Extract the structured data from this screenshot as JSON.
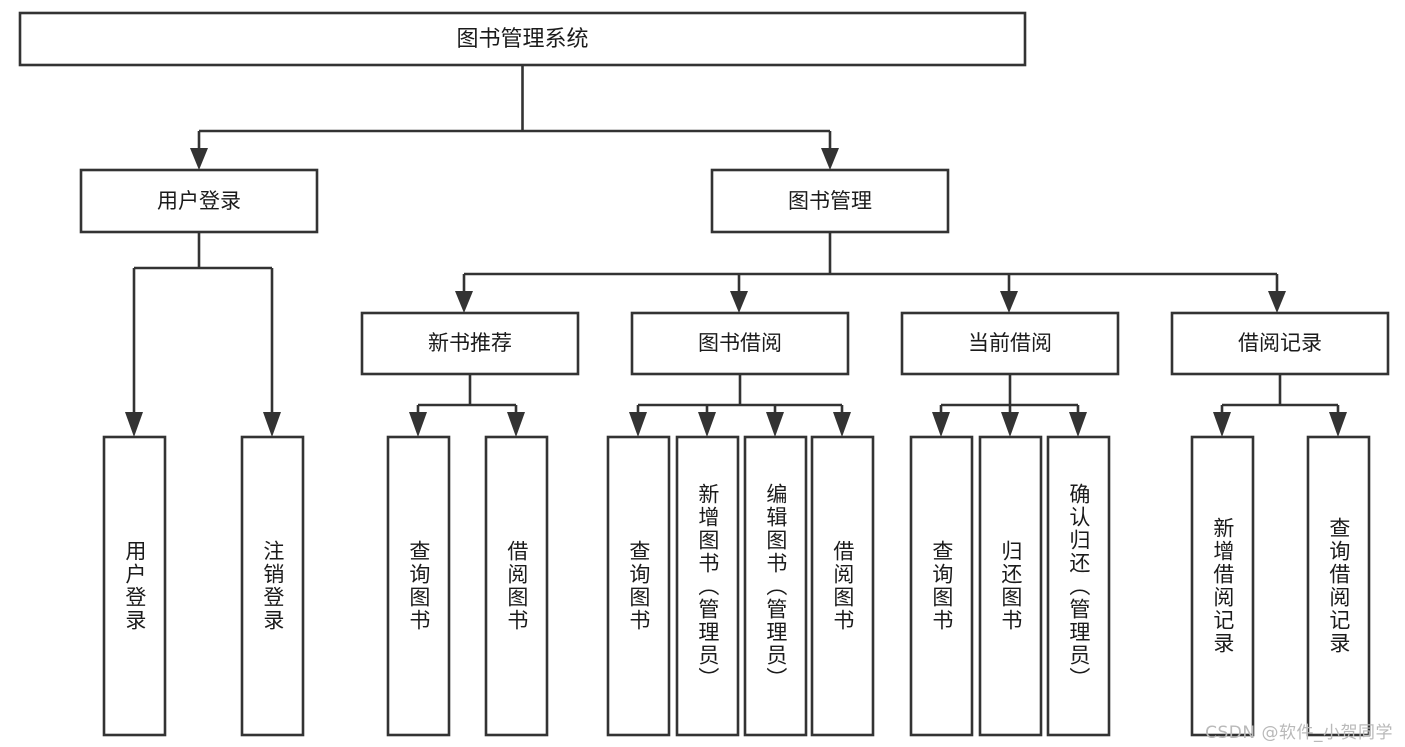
{
  "diagram": {
    "type": "tree",
    "title": "图书管理系统",
    "orientation": "top-down",
    "colors": {
      "box_stroke": "#333333",
      "box_fill": "#ffffff",
      "text": "#1b1b1b",
      "background": "#ffffff",
      "watermark": "#b9b9b9"
    },
    "root": {
      "id": "root",
      "label": "图书管理系统",
      "level": 1
    },
    "level2": [
      {
        "id": "user-login",
        "label": "用户登录",
        "level": 2
      },
      {
        "id": "book-management",
        "label": "图书管理",
        "level": 2
      }
    ],
    "level3": [
      {
        "id": "new-book-recommend",
        "label": "新书推荐",
        "level": 3,
        "parent": "book-management"
      },
      {
        "id": "book-borrow",
        "label": "图书借阅",
        "level": 3,
        "parent": "book-management"
      },
      {
        "id": "current-borrow",
        "label": "当前借阅",
        "level": 3,
        "parent": "book-management"
      },
      {
        "id": "borrow-record",
        "label": "借阅记录",
        "level": 3,
        "parent": "book-management"
      }
    ],
    "leaves": [
      {
        "id": "leaf-user-login",
        "label": "用户登录",
        "parent": "user-login"
      },
      {
        "id": "leaf-user-logout",
        "label": "注销登录",
        "parent": "user-login"
      },
      {
        "id": "leaf-query-book-1",
        "label": "查询图书",
        "parent": "new-book-recommend"
      },
      {
        "id": "leaf-borrow-book-1",
        "label": "借阅图书",
        "parent": "new-book-recommend"
      },
      {
        "id": "leaf-query-book-2",
        "label": "查询图书",
        "parent": "book-borrow"
      },
      {
        "id": "leaf-add-book",
        "label": "新增图书（管理员）",
        "parent": "book-borrow"
      },
      {
        "id": "leaf-edit-book",
        "label": "编辑图书（管理员）",
        "parent": "book-borrow"
      },
      {
        "id": "leaf-borrow-book-2",
        "label": "借阅图书",
        "parent": "book-borrow"
      },
      {
        "id": "leaf-query-book-3",
        "label": "查询图书",
        "parent": "current-borrow"
      },
      {
        "id": "leaf-return-book",
        "label": "归还图书",
        "parent": "current-borrow"
      },
      {
        "id": "leaf-confirm-return",
        "label": "确认归还（管理员）",
        "parent": "current-borrow"
      },
      {
        "id": "leaf-add-record",
        "label": "新增借阅记录",
        "parent": "borrow-record"
      },
      {
        "id": "leaf-query-record",
        "label": "查询借阅记录",
        "parent": "borrow-record"
      }
    ]
  },
  "watermark": {
    "text": "CSDN @软件_小贺同学"
  }
}
